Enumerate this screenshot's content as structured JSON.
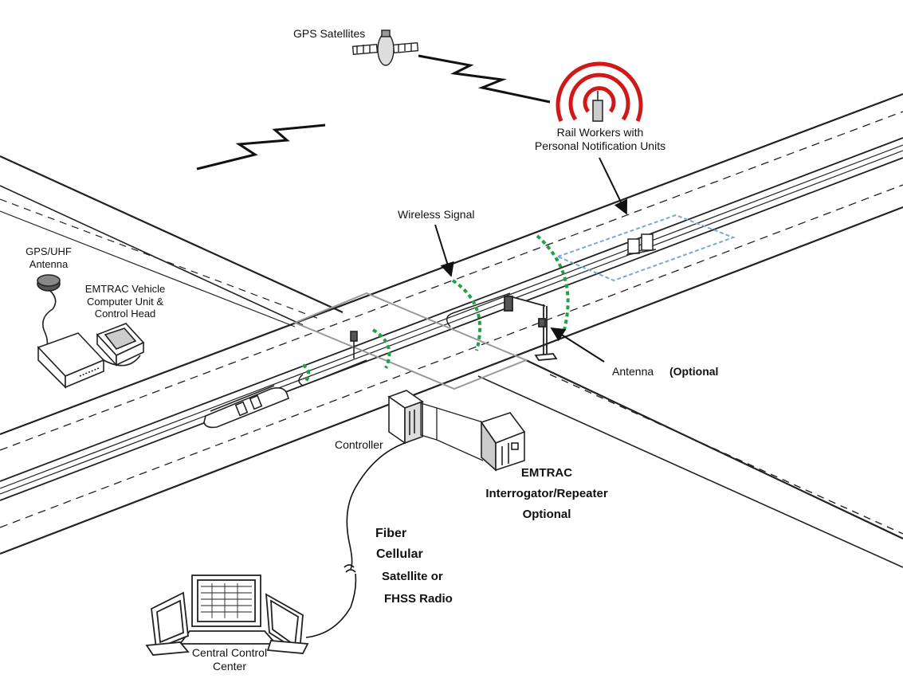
{
  "labels": {
    "gps_satellites": "GPS Satellites",
    "rail_workers_line1": "Rail Workers with",
    "rail_workers_line2": "Personal Notification Units",
    "wireless_signal": "Wireless Signal",
    "gps_uhf_line1": "GPS/UHF",
    "gps_uhf_line2": "Antenna",
    "emtrac_vehicle_line1": "EMTRAC Vehicle",
    "emtrac_vehicle_line2": "Computer Unit &",
    "emtrac_vehicle_line3": "Control Head",
    "antenna": "Antenna",
    "optional_paren": "(Optional",
    "controller": "Controller",
    "emtrac_line1": "EMTRAC",
    "interrogator_line2": "Interrogator/Repeater",
    "optional": "Optional",
    "fiber": "Fiber",
    "cellular": "Cellular",
    "satellite_or": "Satellite or",
    "fhss_radio": "FHSS Radio",
    "central_line1": "Central Control",
    "central_line2": "Center"
  },
  "colors": {
    "ink": "#111111",
    "signal_green": "#22a046",
    "beacon_red": "#d01818",
    "zone_blue": "#7aa6e0",
    "intersection_gray": "#999999"
  },
  "icons": [
    "satellite-icon",
    "rail-worker-beacon-icon",
    "gps-uhf-antenna-icon",
    "vehicle-computer-unit-icon",
    "control-head-icon",
    "light-rail-train-icon",
    "antenna-pole-icon",
    "controller-cabinet-icon",
    "interrogator-repeater-icon",
    "workstation-icon",
    "monitor-icon"
  ]
}
